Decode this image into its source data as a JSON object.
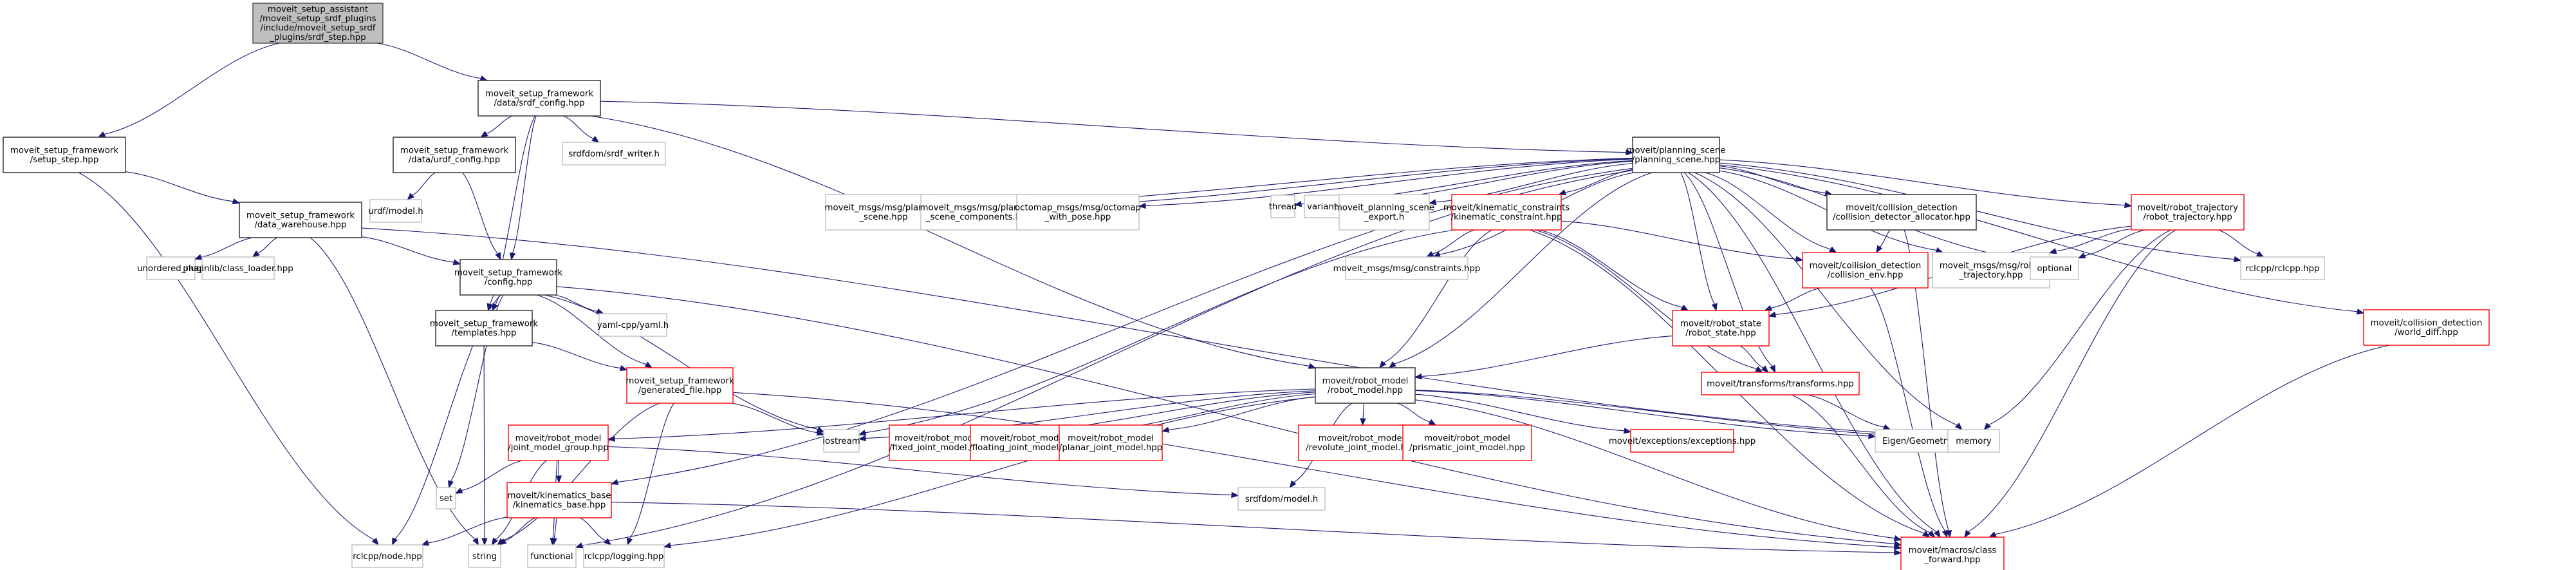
{
  "title": "Include dependency graph for srdf_step.hpp",
  "colors": {
    "edge": "#191970",
    "main_fill": "#bfbfbf",
    "documented_border": "#404040",
    "truncated_border": "#ff0000",
    "external_border": "#bfbfbf"
  },
  "nodes": [
    {
      "id": "srdf_step",
      "kind": "main",
      "lines": [
        "moveit_setup_assistant",
        "/moveit_setup_srdf_plugins",
        "/include/moveit_setup_srdf",
        "_plugins/srdf_step.hpp"
      ]
    },
    {
      "id": "setup_step",
      "kind": "doc",
      "lines": [
        "moveit_setup_framework",
        "/setup_step.hpp"
      ]
    },
    {
      "id": "srdf_config",
      "kind": "doc",
      "lines": [
        "moveit_setup_framework",
        "/data/srdf_config.hpp"
      ]
    },
    {
      "id": "urdf_config",
      "kind": "doc",
      "lines": [
        "moveit_setup_framework",
        "/data/urdf_config.hpp"
      ]
    },
    {
      "id": "srdf_writer",
      "kind": "ext",
      "lines": [
        "srdfdom/srdf_writer.h"
      ]
    },
    {
      "id": "data_warehouse",
      "kind": "doc",
      "lines": [
        "moveit_setup_framework",
        "/data_warehouse.hpp"
      ]
    },
    {
      "id": "urdf_model",
      "kind": "ext",
      "lines": [
        "urdf/model.h"
      ]
    },
    {
      "id": "unordered_map",
      "kind": "ext",
      "lines": [
        "unordered_map"
      ]
    },
    {
      "id": "pluginlib",
      "kind": "ext",
      "lines": [
        "pluginlib/class_loader.hpp"
      ]
    },
    {
      "id": "config",
      "kind": "doc",
      "lines": [
        "moveit_setup_framework",
        "/config.hpp"
      ]
    },
    {
      "id": "templates",
      "kind": "doc",
      "lines": [
        "moveit_setup_framework",
        "/templates.hpp"
      ]
    },
    {
      "id": "yaml",
      "kind": "ext",
      "lines": [
        "yaml-cpp/yaml.h"
      ]
    },
    {
      "id": "generated_file",
      "kind": "trunc",
      "lines": [
        "moveit_setup_framework",
        "/generated_file.hpp"
      ]
    },
    {
      "id": "joint_model_group",
      "kind": "trunc",
      "lines": [
        "moveit/robot_model",
        "/joint_model_group.hpp"
      ]
    },
    {
      "id": "set",
      "kind": "ext",
      "lines": [
        "set"
      ]
    },
    {
      "id": "kinematics_base",
      "kind": "trunc",
      "lines": [
        "moveit/kinematics_base",
        "/kinematics_base.hpp"
      ]
    },
    {
      "id": "rclcpp_node",
      "kind": "ext",
      "lines": [
        "rclcpp/node.hpp"
      ]
    },
    {
      "id": "string",
      "kind": "ext",
      "lines": [
        "string"
      ]
    },
    {
      "id": "functional",
      "kind": "ext",
      "lines": [
        "functional"
      ]
    },
    {
      "id": "logging",
      "kind": "ext",
      "lines": [
        "rclcpp/logging.hpp"
      ]
    },
    {
      "id": "planning_scene",
      "kind": "doc",
      "lines": [
        "moveit/planning_scene",
        "/planning_scene.hpp"
      ]
    },
    {
      "id": "msgs_planning_scene",
      "kind": "ext",
      "lines": [
        "moveit_msgs/msg/planning",
        "_scene.hpp"
      ]
    },
    {
      "id": "msgs_psc",
      "kind": "ext",
      "lines": [
        "moveit_msgs/msg/planning",
        "_scene_components.hpp"
      ]
    },
    {
      "id": "octomap",
      "kind": "ext",
      "lines": [
        "octomap_msgs/msg/octomap",
        "_with_pose.hpp"
      ]
    },
    {
      "id": "thread",
      "kind": "ext",
      "lines": [
        "thread"
      ]
    },
    {
      "id": "variant",
      "kind": "ext",
      "lines": [
        "variant"
      ]
    },
    {
      "id": "ps_export",
      "kind": "ext",
      "lines": [
        "moveit_planning_scene",
        "_export.h"
      ]
    },
    {
      "id": "kin_constraint",
      "kind": "trunc",
      "lines": [
        "moveit/kinematic_constraints",
        "/kinematic_constraint.hpp"
      ]
    },
    {
      "id": "constraints_msg",
      "kind": "ext",
      "lines": [
        "moveit_msgs/msg/constraints.hpp"
      ]
    },
    {
      "id": "cd_allocator",
      "kind": "doc",
      "lines": [
        "moveit/collision_detection",
        "/collision_detector_allocator.hpp"
      ]
    },
    {
      "id": "collision_env",
      "kind": "trunc",
      "lines": [
        "moveit/collision_detection",
        "/collision_env.hpp"
      ]
    },
    {
      "id": "msgs_robot_traj",
      "kind": "ext",
      "lines": [
        "moveit_msgs/msg/robot",
        "_trajectory.hpp"
      ]
    },
    {
      "id": "optional",
      "kind": "ext",
      "lines": [
        "optional"
      ]
    },
    {
      "id": "robot_trajectory",
      "kind": "trunc",
      "lines": [
        "moveit/robot_trajectory",
        "/robot_trajectory.hpp"
      ]
    },
    {
      "id": "rclcpp_hpp",
      "kind": "ext",
      "lines": [
        "rclcpp/rclcpp.hpp"
      ]
    },
    {
      "id": "world_diff",
      "kind": "trunc",
      "lines": [
        "moveit/collision_detection",
        "/world_diff.hpp"
      ]
    },
    {
      "id": "robot_state",
      "kind": "trunc",
      "lines": [
        "moveit/robot_state",
        "/robot_state.hpp"
      ]
    },
    {
      "id": "transforms",
      "kind": "trunc",
      "lines": [
        "moveit/transforms/transforms.hpp"
      ]
    },
    {
      "id": "robot_model",
      "kind": "doc",
      "lines": [
        "moveit/robot_model",
        "/robot_model.hpp"
      ]
    },
    {
      "id": "fixed_joint",
      "kind": "trunc",
      "lines": [
        "moveit/robot_model",
        "/fixed_joint_model.hpp"
      ]
    },
    {
      "id": "floating_joint",
      "kind": "trunc",
      "lines": [
        "moveit/robot_model",
        "/floating_joint_model.hpp"
      ]
    },
    {
      "id": "planar_joint",
      "kind": "trunc",
      "lines": [
        "moveit/robot_model",
        "/planar_joint_model.hpp"
      ]
    },
    {
      "id": "revolute_joint",
      "kind": "trunc",
      "lines": [
        "moveit/robot_model",
        "/revolute_joint_model.hpp"
      ]
    },
    {
      "id": "prismatic_joint",
      "kind": "trunc",
      "lines": [
        "moveit/robot_model",
        "/prismatic_joint_model.hpp"
      ]
    },
    {
      "id": "exceptions",
      "kind": "trunc",
      "lines": [
        "moveit/exceptions/exceptions.hpp"
      ]
    },
    {
      "id": "eigen",
      "kind": "ext",
      "lines": [
        "Eigen/Geometry"
      ]
    },
    {
      "id": "memory",
      "kind": "ext",
      "lines": [
        "memory"
      ]
    },
    {
      "id": "iostream",
      "kind": "ext",
      "lines": [
        "iostream"
      ]
    },
    {
      "id": "srdfdom_model",
      "kind": "ext",
      "lines": [
        "srdfdom/model.h"
      ]
    },
    {
      "id": "class_forward",
      "kind": "trunc",
      "lines": [
        "moveit/macros/class",
        "_forward.hpp"
      ]
    }
  ],
  "edges": [
    [
      "srdf_step",
      "setup_step"
    ],
    [
      "srdf_step",
      "srdf_config"
    ],
    [
      "setup_step",
      "data_warehouse"
    ],
    [
      "setup_step",
      "rclcpp_node"
    ],
    [
      "srdf_config",
      "urdf_config"
    ],
    [
      "srdf_config",
      "srdf_writer"
    ],
    [
      "srdf_config",
      "config"
    ],
    [
      "srdf_config",
      "planning_scene"
    ],
    [
      "srdf_config",
      "robot_model"
    ],
    [
      "srdf_config",
      "templates"
    ],
    [
      "urdf_config",
      "urdf_model"
    ],
    [
      "urdf_config",
      "config"
    ],
    [
      "data_warehouse",
      "unordered_map"
    ],
    [
      "data_warehouse",
      "pluginlib"
    ],
    [
      "data_warehouse",
      "config"
    ],
    [
      "data_warehouse",
      "memory"
    ],
    [
      "data_warehouse",
      "string"
    ],
    [
      "config",
      "templates"
    ],
    [
      "config",
      "yaml"
    ],
    [
      "config",
      "generated_file"
    ],
    [
      "config",
      "set"
    ],
    [
      "config",
      "rclcpp_node"
    ],
    [
      "config",
      "class_forward"
    ],
    [
      "config",
      "iostream"
    ],
    [
      "templates",
      "generated_file"
    ],
    [
      "templates",
      "string"
    ],
    [
      "generated_file",
      "string"
    ],
    [
      "generated_file",
      "iostream"
    ],
    [
      "generated_file",
      "class_forward"
    ],
    [
      "generated_file",
      "logging"
    ],
    [
      "joint_model_group",
      "set"
    ],
    [
      "joint_model_group",
      "kinematics_base"
    ],
    [
      "joint_model_group",
      "string"
    ],
    [
      "joint_model_group",
      "functional"
    ],
    [
      "joint_model_group",
      "srdfdom_model"
    ],
    [
      "kinematics_base",
      "rclcpp_node"
    ],
    [
      "kinematics_base",
      "string"
    ],
    [
      "kinematics_base",
      "functional"
    ],
    [
      "kinematics_base",
      "logging"
    ],
    [
      "kinematics_base",
      "class_forward"
    ],
    [
      "planning_scene",
      "msgs_planning_scene"
    ],
    [
      "planning_scene",
      "msgs_psc"
    ],
    [
      "planning_scene",
      "octomap"
    ],
    [
      "planning_scene",
      "thread"
    ],
    [
      "planning_scene",
      "variant"
    ],
    [
      "planning_scene",
      "ps_export"
    ],
    [
      "planning_scene",
      "kin_constraint"
    ],
    [
      "planning_scene",
      "constraints_msg"
    ],
    [
      "planning_scene",
      "cd_allocator"
    ],
    [
      "planning_scene",
      "collision_env"
    ],
    [
      "planning_scene",
      "msgs_robot_traj"
    ],
    [
      "planning_scene",
      "optional"
    ],
    [
      "planning_scene",
      "robot_trajectory"
    ],
    [
      "planning_scene",
      "rclcpp_hpp"
    ],
    [
      "planning_scene",
      "world_diff"
    ],
    [
      "planning_scene",
      "robot_state"
    ],
    [
      "planning_scene",
      "transforms"
    ],
    [
      "planning_scene",
      "robot_model"
    ],
    [
      "planning_scene",
      "memory"
    ],
    [
      "planning_scene",
      "class_forward"
    ],
    [
      "planning_scene",
      "kinematics_base"
    ],
    [
      "planning_scene",
      "functional"
    ],
    [
      "kin_constraint",
      "constraints_msg"
    ],
    [
      "kin_constraint",
      "collision_env"
    ],
    [
      "kin_constraint",
      "robot_state"
    ],
    [
      "kin_constraint",
      "transforms"
    ],
    [
      "kin_constraint",
      "robot_model"
    ],
    [
      "kin_constraint",
      "iostream"
    ],
    [
      "kin_constraint",
      "class_forward"
    ],
    [
      "cd_allocator",
      "collision_env"
    ],
    [
      "cd_allocator",
      "class_forward"
    ],
    [
      "collision_env",
      "robot_state"
    ],
    [
      "collision_env",
      "class_forward"
    ],
    [
      "robot_trajectory",
      "msgs_robot_traj"
    ],
    [
      "robot_trajectory",
      "optional"
    ],
    [
      "robot_trajectory",
      "rclcpp_hpp"
    ],
    [
      "robot_trajectory",
      "robot_state"
    ],
    [
      "robot_trajectory",
      "memory"
    ],
    [
      "robot_trajectory",
      "class_forward"
    ],
    [
      "world_diff",
      "class_forward"
    ],
    [
      "robot_state",
      "robot_model"
    ],
    [
      "robot_state",
      "transforms"
    ],
    [
      "transforms",
      "eigen"
    ],
    [
      "transforms",
      "class_forward"
    ],
    [
      "robot_model",
      "joint_model_group"
    ],
    [
      "robot_model",
      "fixed_joint"
    ],
    [
      "robot_model",
      "floating_joint"
    ],
    [
      "robot_model",
      "planar_joint"
    ],
    [
      "robot_model",
      "revolute_joint"
    ],
    [
      "robot_model",
      "prismatic_joint"
    ],
    [
      "robot_model",
      "exceptions"
    ],
    [
      "robot_model",
      "eigen"
    ],
    [
      "robot_model",
      "memory"
    ],
    [
      "robot_model",
      "iostream"
    ],
    [
      "robot_model",
      "srdfdom_model"
    ],
    [
      "robot_model",
      "class_forward"
    ],
    [
      "robot_model",
      "logging"
    ]
  ]
}
